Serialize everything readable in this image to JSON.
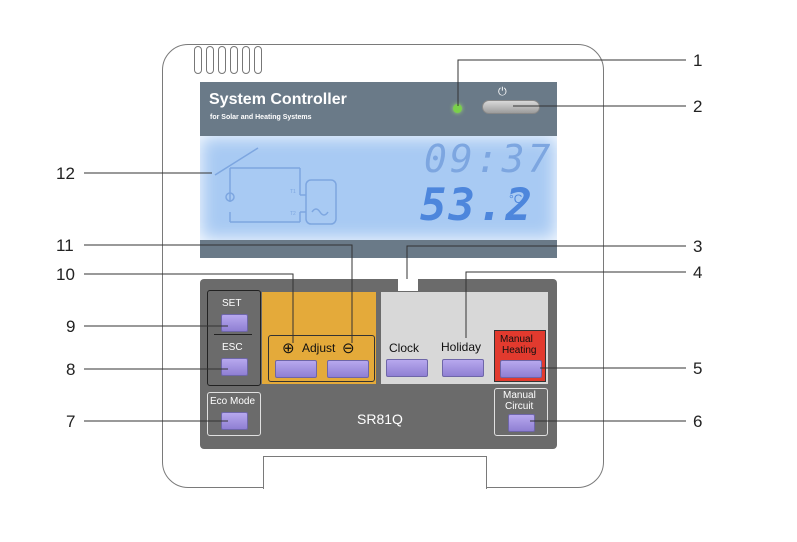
{
  "device": {
    "title": "System Controller",
    "subtitle": "for Solar and Heating Systems",
    "model": "SR81Q",
    "power_icon": "power-icon"
  },
  "display": {
    "time": "09:37",
    "temperature": "53.2",
    "unit": "°C",
    "diagram_label_1": "T1",
    "diagram_label_2": "T2"
  },
  "buttons": {
    "set": "SET",
    "esc": "ESC",
    "adjust": "Adjust",
    "clock": "Clock",
    "holiday": "Holiday",
    "manual_heating_1": "Manual",
    "manual_heating_2": "Heating",
    "eco_mode": "Eco Mode",
    "manual_circuit_1": "Manual",
    "manual_circuit_2": "Circuit"
  },
  "callouts": [
    "1",
    "2",
    "3",
    "4",
    "5",
    "6",
    "7",
    "8",
    "9",
    "10",
    "11",
    "12"
  ],
  "colors": {
    "header": "#6a7a88",
    "lcd": "#a8caf3",
    "panel": "#6b6b6b",
    "adjust_panel": "#e4aa3a",
    "manual_heating": "#e23a2e",
    "buttons": "#9f90df",
    "led": "#7ad04a"
  }
}
